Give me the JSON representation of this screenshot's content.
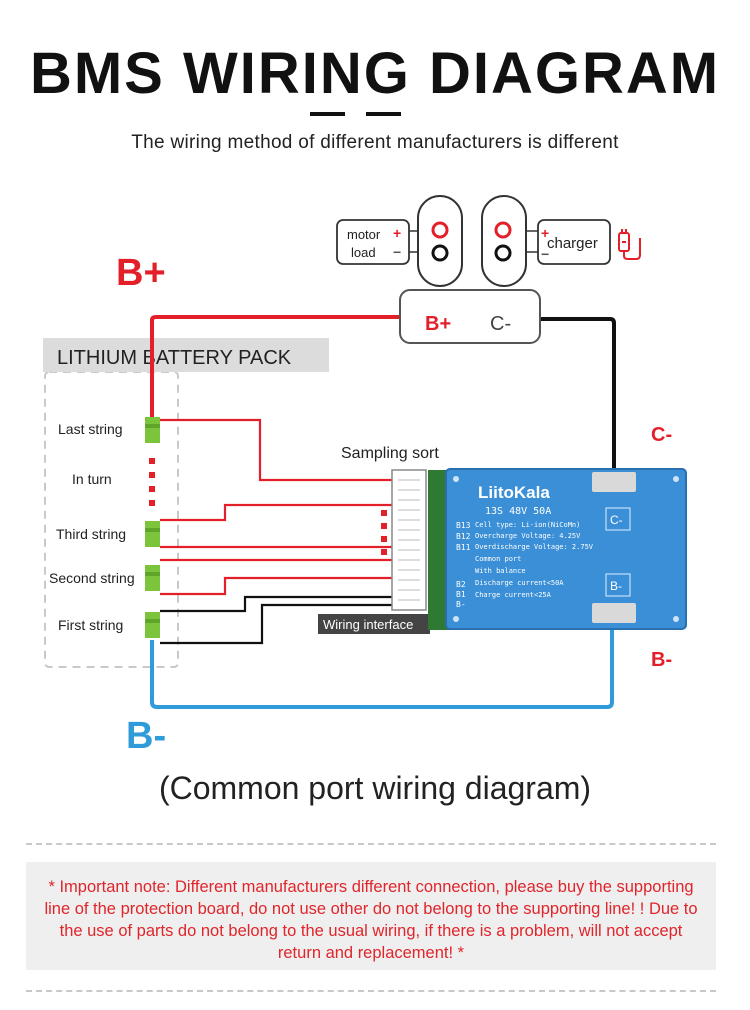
{
  "title": "BMS WIRING DIAGRAM",
  "subtitle": "The wiring method of different manufacturers is different",
  "caption": "(Common port wiring diagram)",
  "note": "* Important note: Different manufacturers different connection, please buy the supporting line of the protection board, do not use other do not belong to the supporting line! ! Due to the use of parts do not belong to the usual wiring, if there is a problem, will not accept return and replacement! *",
  "diagram": {
    "b_plus": "B+",
    "b_minus": "B-",
    "c_minus_right": "C-",
    "b_minus_right": "B-",
    "pack_label": "LITHIUM BATTERY PACK",
    "sampling_sort": "Sampling sort",
    "wiring_interface": "Wiring interface",
    "motor": "motor",
    "load": "load",
    "charger": "charger",
    "plus": "+",
    "minus": "−",
    "connector_bplus": "B+",
    "connector_cminus": "C-",
    "strings": [
      "Last string",
      "In turn",
      "Third string",
      "Second string",
      "First string"
    ],
    "board": {
      "brand": "LiitoKala",
      "model": "13S  48V  50A",
      "pins": [
        "B13",
        "B12",
        "B11",
        "B2",
        "B1",
        "B-"
      ],
      "specs": [
        "Cell type: Li-ion(NiCoMn)",
        "Overcharge Voltage: 4.25V",
        "Overdischarge Voltage: 2.75V",
        "Common port",
        "With balance",
        "Discharge current<50A",
        "Charge current<25A"
      ],
      "port_c": "C-",
      "port_b": "B-"
    }
  },
  "colors": {
    "red": "#e3202a",
    "blue": "#2f9bd8",
    "black": "#111111",
    "board": "#3a8fd6",
    "cell": "#7cc43c"
  }
}
